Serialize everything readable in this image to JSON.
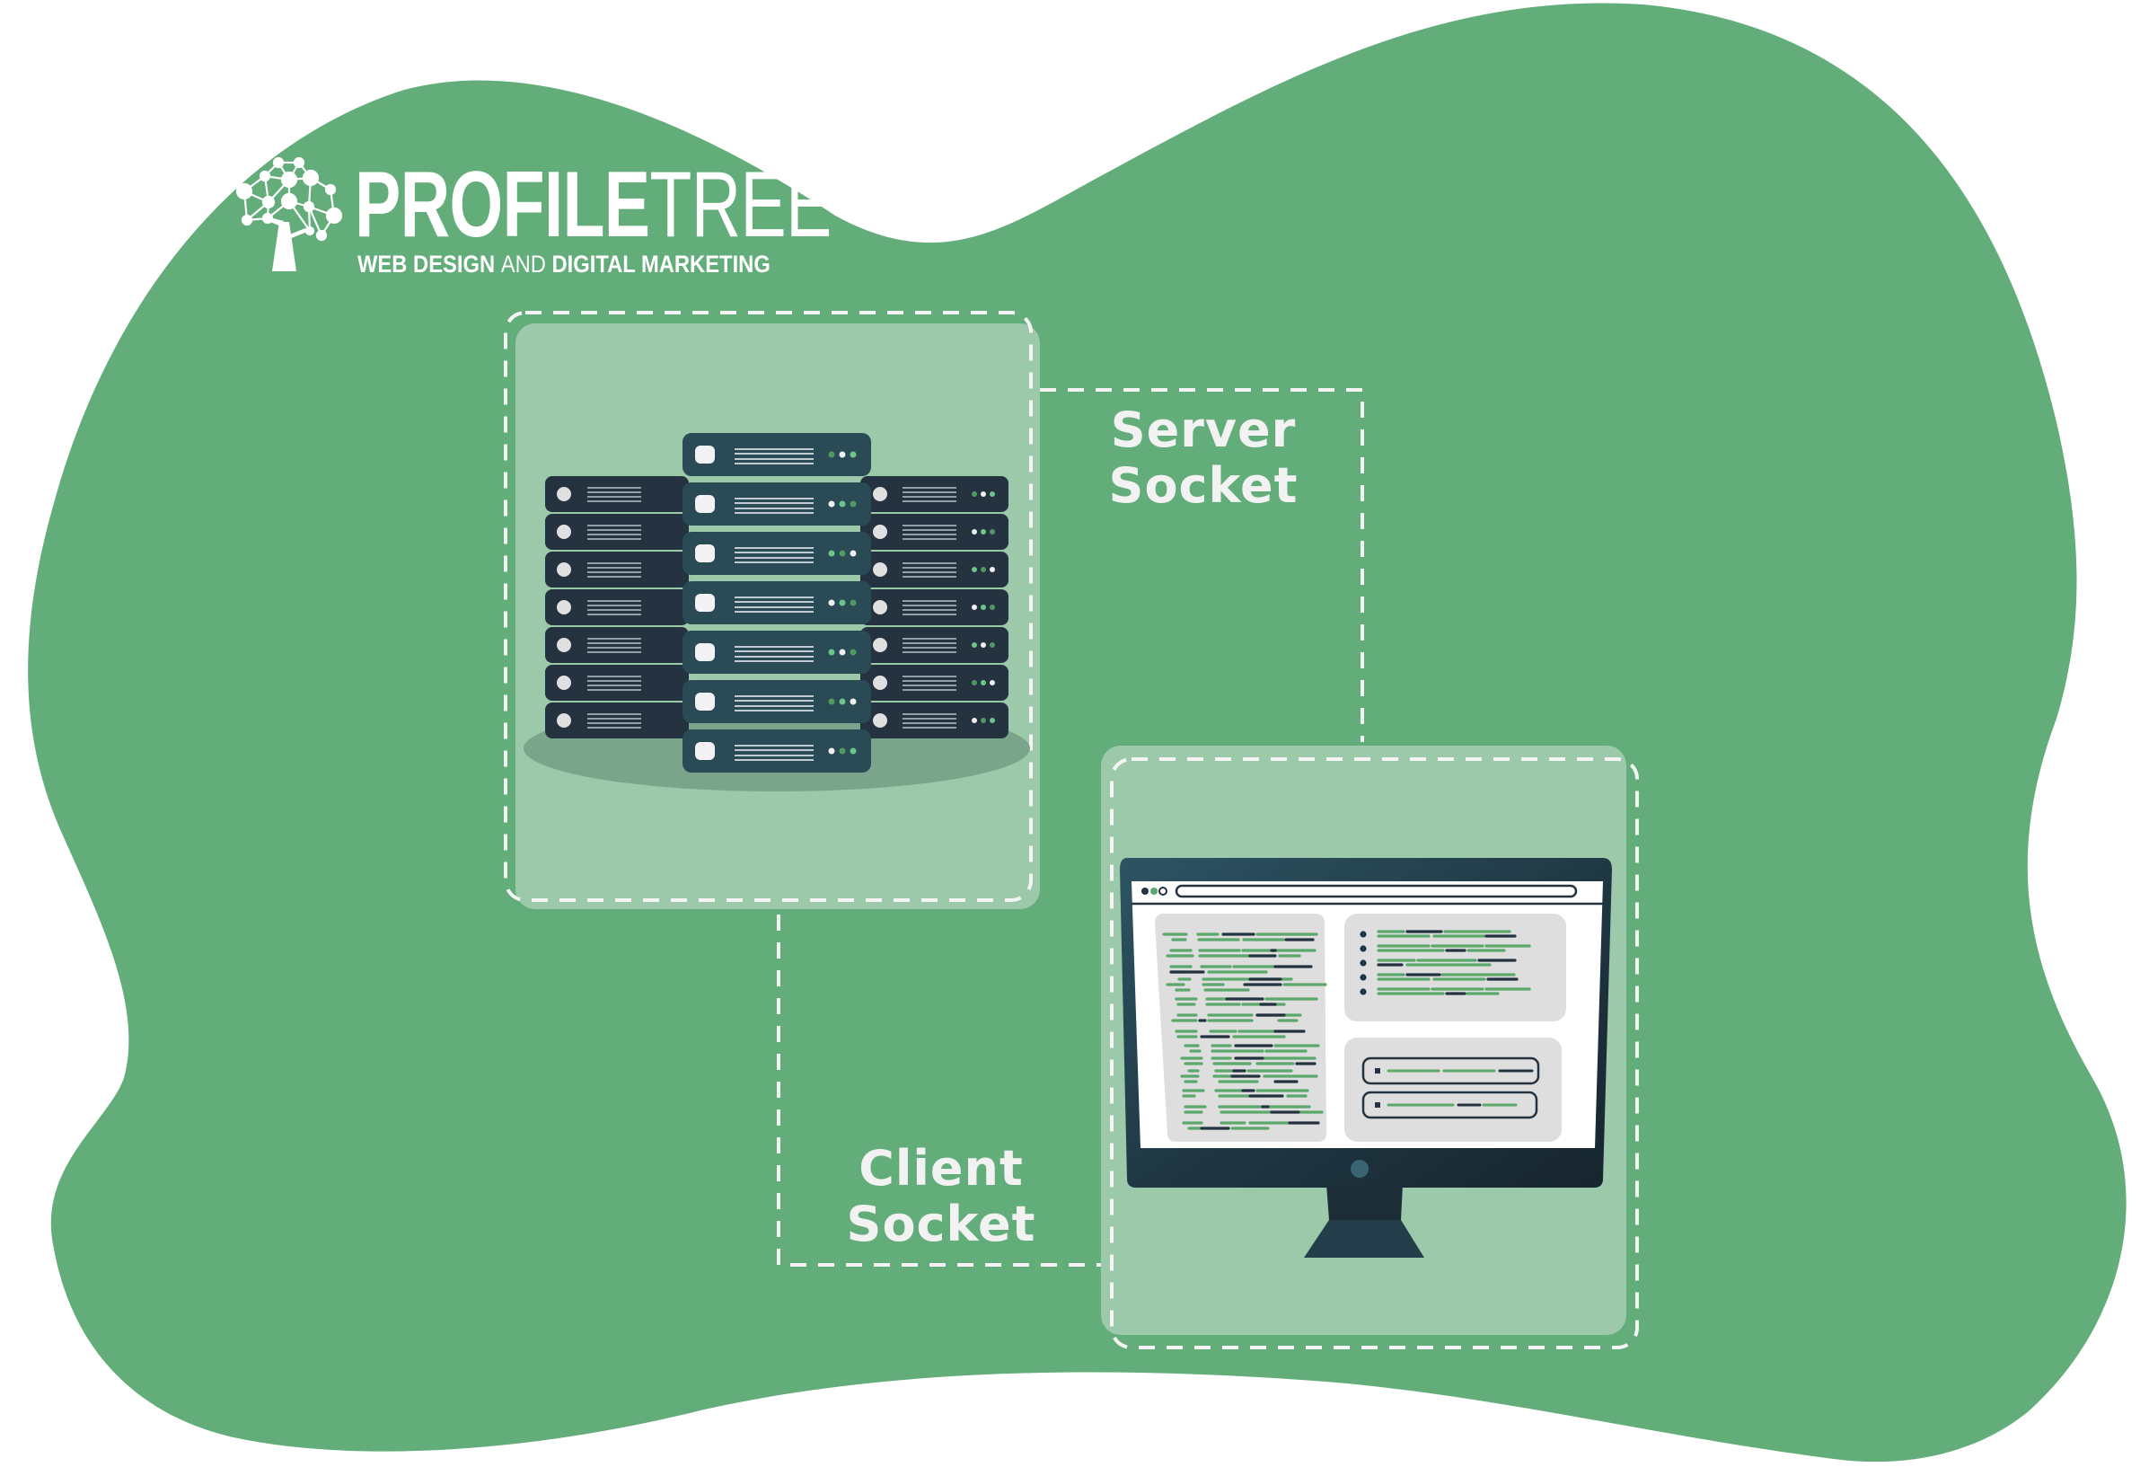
{
  "brand": {
    "name_bold": "PROFILE",
    "name_light": "TREE",
    "tagline_part1": "WEB DESIGN ",
    "tagline_part2": "AND ",
    "tagline_part3": "DIGITAL MARKETING",
    "icon": "network-tree-icon"
  },
  "diagram": {
    "server": {
      "label_line1": "Server",
      "label_line2": "Socket",
      "icon": "server-rack-icon"
    },
    "client": {
      "label_line1": "Client",
      "label_line2": "Socket",
      "icon": "desktop-monitor-icon"
    },
    "connection": "dashed-connector"
  },
  "colors": {
    "background": "#ffffff",
    "blob": "#63ad7a",
    "panel": "#9dc9ab",
    "dash": "#f4f4f4",
    "server_dark": "#253341",
    "server_mid": "#2a4a56",
    "code_green": "#5aa86b",
    "code_dark": "#253341",
    "text": "#f2f2f2"
  }
}
